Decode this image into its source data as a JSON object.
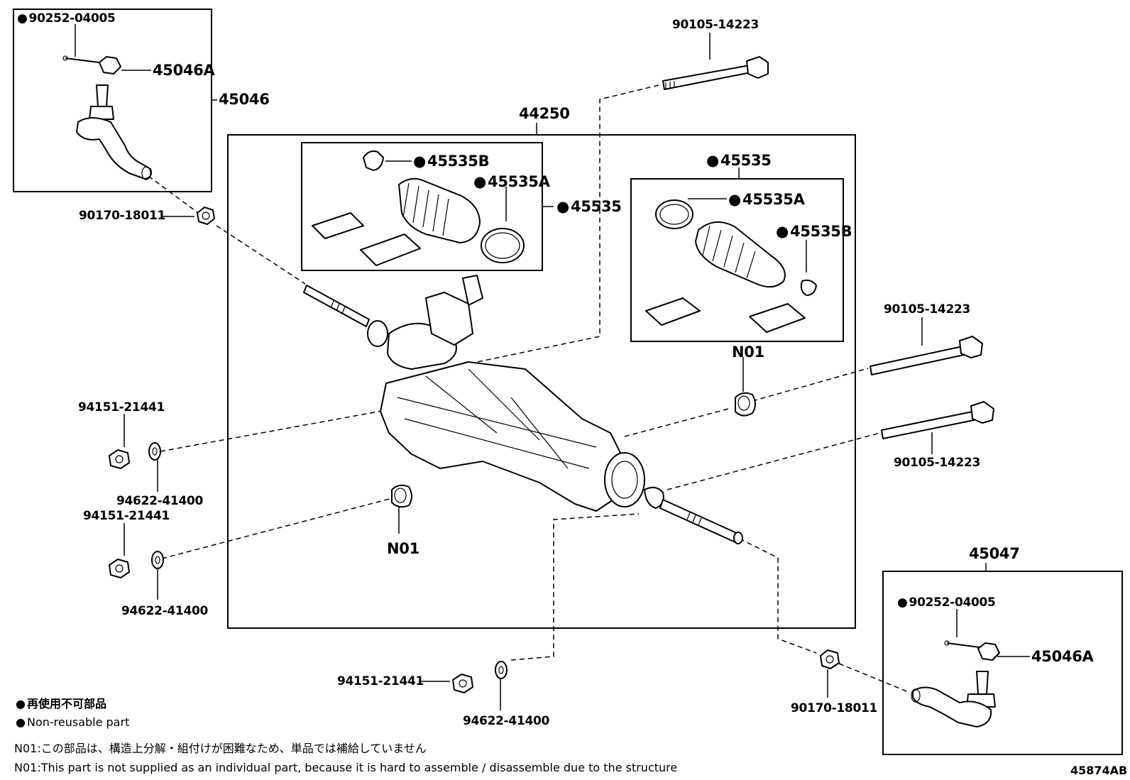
{
  "diagram_id": "45874AB",
  "labels": {
    "l_90252_tl": "90252-04005",
    "l_45046a_tl": "45046A",
    "l_45046": "45046",
    "l_90170_tl": "90170-18011",
    "l_90105_top": "90105-14223",
    "l_44250": "44250",
    "l_45535b_left": "45535B",
    "l_45535a_left": "45535A",
    "l_45535_left": "45535",
    "l_45535_right": "45535",
    "l_45535a_right": "45535A",
    "l_45535b_right": "45535B",
    "l_n01_right": "N01",
    "l_90105_r1": "90105-14223",
    "l_90105_r2": "90105-14223",
    "l_94151_a": "94151-21441",
    "l_94622_a": "94622-41400",
    "l_94151_b": "94151-21441",
    "l_94622_b": "94622-41400",
    "l_n01_center": "N01",
    "l_45047": "45047",
    "l_90252_br": "90252-04005",
    "l_45046a_br": "45046A",
    "l_94151_bottom": "94151-21441",
    "l_94622_bottom": "94622-41400",
    "l_90170_br": "90170-18011"
  },
  "legend": {
    "jp": "再使用不可部品",
    "en": "Non-reusable part"
  },
  "notes": {
    "jp": "N01:この部品は、構造上分解・組付けが困難なため、単品では補給していません",
    "en": "N01:This part is not supplied as an individual part, because it is hard to assemble / disassemble due to the structure"
  }
}
